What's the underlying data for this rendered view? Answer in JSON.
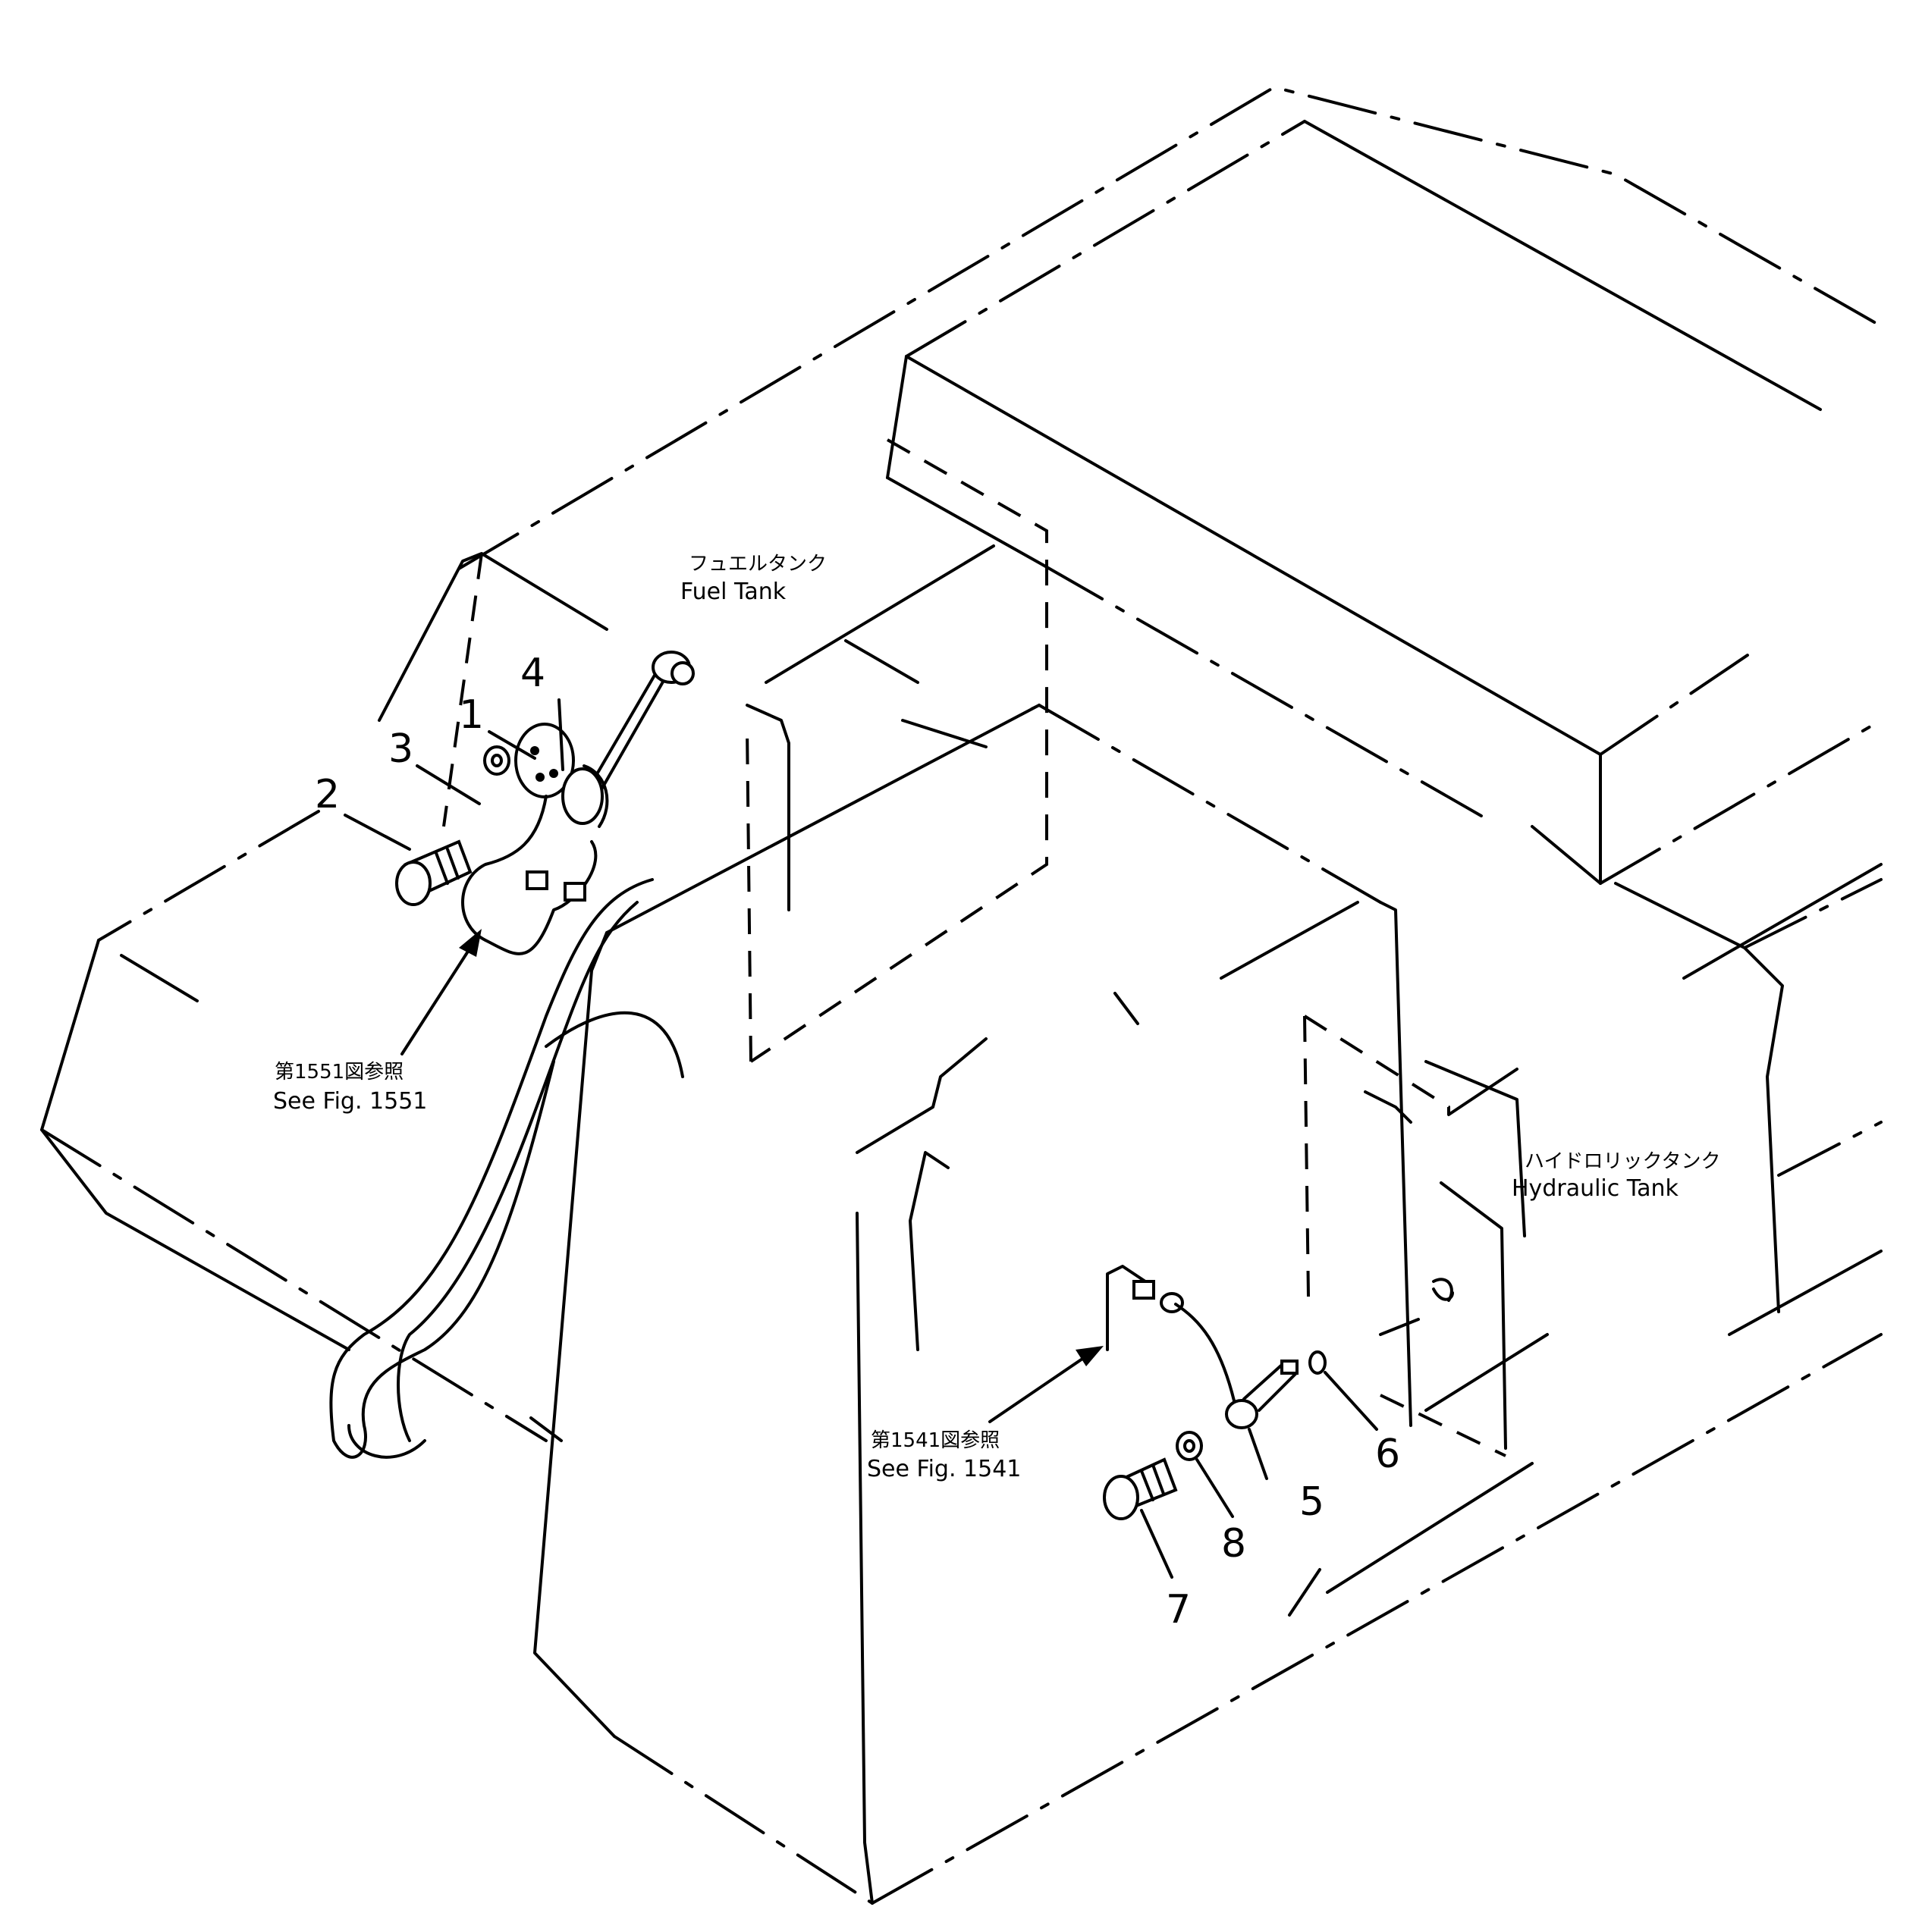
{
  "labels": {
    "fuel_tank_jp": "フュエルタンク",
    "fuel_tank_en": "Fuel Tank",
    "hydraulic_tank_jp": "ハイドロリックタンク",
    "hydraulic_tank_en": "Hydraulic Tank",
    "ref_1551_jp": "第1551図参照",
    "ref_1551_en": "See Fig. 1551",
    "ref_1541_jp": "第1541図参照",
    "ref_1541_en": "See Fig. 1541"
  },
  "callouts": [
    "1",
    "2",
    "3",
    "4",
    "5",
    "6",
    "7",
    "8"
  ]
}
